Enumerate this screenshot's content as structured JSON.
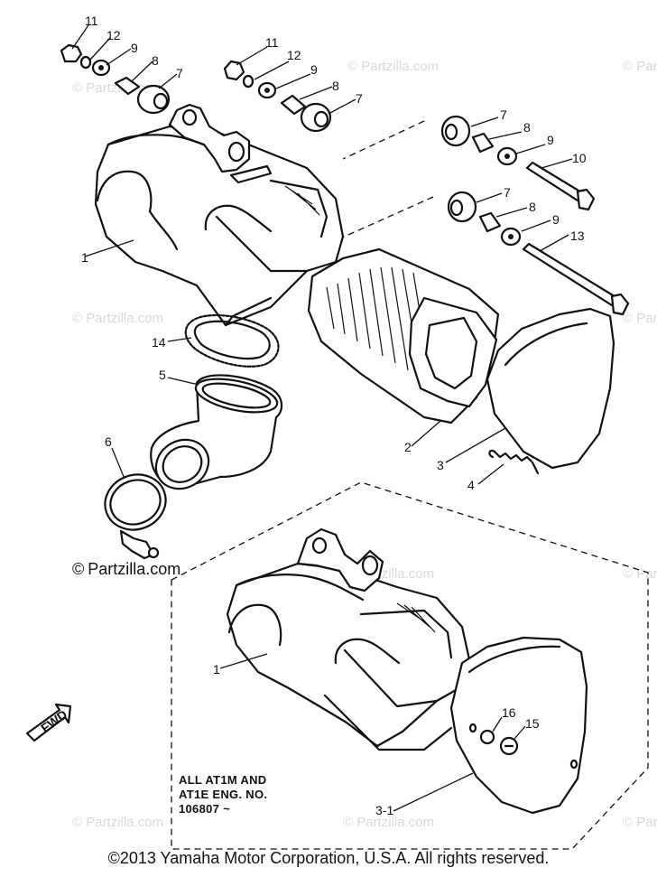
{
  "diagram": {
    "callouts": {
      "c11a": "11",
      "c12a": "12",
      "c9a": "9",
      "c8a": "8",
      "c7a": "7",
      "c11b": "11",
      "c12b": "12",
      "c9b": "9",
      "c8b": "8",
      "c7b": "7",
      "c7c": "7",
      "c8c": "8",
      "c9c": "9",
      "c10": "10",
      "c7d": "7",
      "c8d": "8",
      "c9d": "9",
      "c13": "13",
      "c1a": "1",
      "c14": "14",
      "c5": "5",
      "c6": "6",
      "c2": "2",
      "c3": "3",
      "c4": "4",
      "c1b": "1",
      "c16": "16",
      "c15": "15",
      "c31": "3-1"
    },
    "fwd_label": "FWD",
    "note_lines": [
      "ALL AT1M AND",
      "AT1E ENG. NO.",
      "106807 ~"
    ],
    "watermark_text": "© Partzilla.com",
    "brand_copyright_symbol": "©",
    "brand_text": "Partzilla.com",
    "copyright": "©2013  Yamaha Motor Corporation, U.S.A. All rights reserved."
  }
}
